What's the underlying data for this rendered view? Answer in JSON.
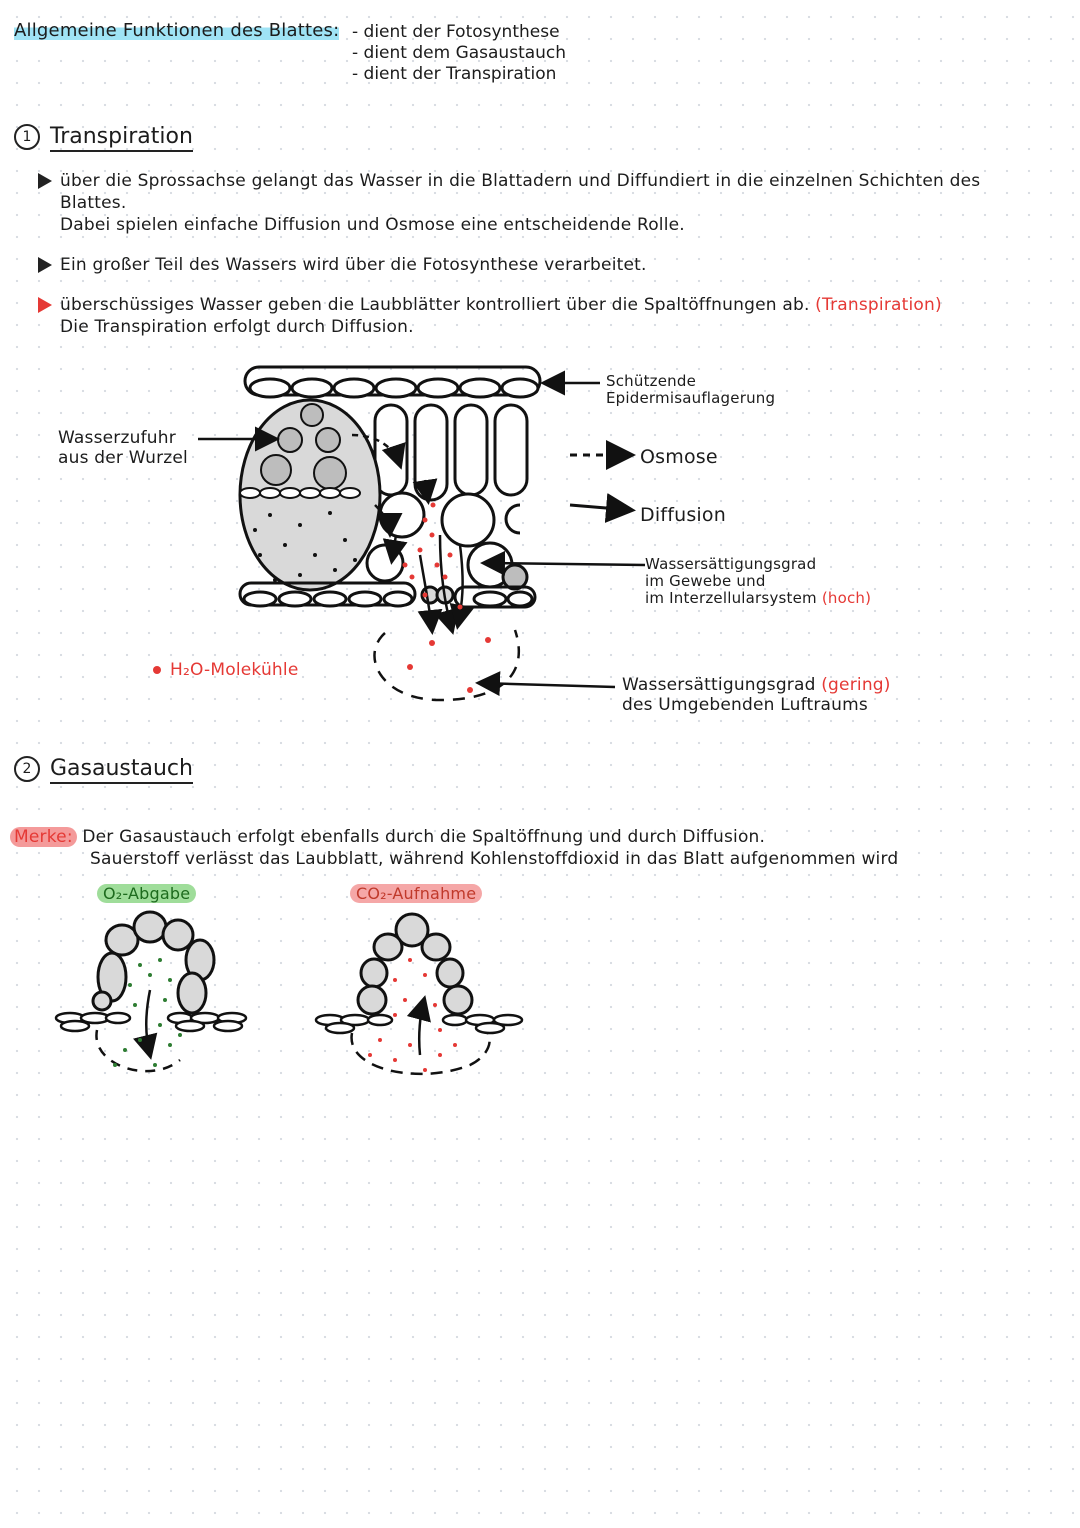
{
  "header": {
    "title": "Allgemeine Funktionen des Blattes:",
    "functions": [
      "- dient der Fotosynthese",
      "- dient dem Gasaustauch",
      "- dient der Transpiration"
    ]
  },
  "section1": {
    "number": "1",
    "title": "Transpiration",
    "bullet1": {
      "line1": "über die Sprossachse gelangt das Wasser in die Blattadern und Diffundiert in die einzelnen Schichten des",
      "line2": "Blattes.",
      "line3": "Dabei spielen einfache Diffusion und Osmose eine entscheidende Rolle."
    },
    "bullet2": "Ein großer Teil des Wassers wird über die Fotosynthese verarbeitet.",
    "bullet3": {
      "line1": "überschüssiges Wasser geben die Laubblätter kontrolliert über die Spaltöffnungen ab.",
      "line1_red": "(Transpiration)",
      "line2": "Die Transpiration erfolgt durch Diffusion."
    }
  },
  "diagram1": {
    "label_epidermis_1": "Schützende",
    "label_epidermis_2": "Epidermisauflagerung",
    "label_water_in_1": "Wasserzufuhr",
    "label_water_in_2": "aus der Wurzel",
    "legend_osmose": "Osmose",
    "legend_diffusion": "Diffusion",
    "label_saturation_high_1": "Wassersättigungsgrad",
    "label_saturation_high_2": "im Gewebe und",
    "label_saturation_high_3": "im Interzellularsystem",
    "label_saturation_high_red": "(hoch)",
    "legend_h2o": "H₂O-Molekühle",
    "label_saturation_low_1": "Wassersättigungsgrad",
    "label_saturation_low_red": "(gering)",
    "label_saturation_low_2": "des Umgebenden Luftraums"
  },
  "section2": {
    "number": "2",
    "title": "Gasaustauch",
    "merke_label": "Merke:",
    "merke_line1": "Der Gasaustauch erfolgt ebenfalls durch die Spaltöffnung und durch Diffusion.",
    "merke_line2": "Sauerstoff verlässt das Laubblatt, während Kohlenstoffdioxid in das Blatt aufgenommen wird",
    "o2_label": "O₂-Abgabe",
    "co2_label": "CO₂-Aufnahme"
  },
  "colors": {
    "highlight_blue": "#9fe3f5",
    "red": "#e53935",
    "green": "#2e7d32",
    "cell_gray": "#d9d9d9"
  }
}
